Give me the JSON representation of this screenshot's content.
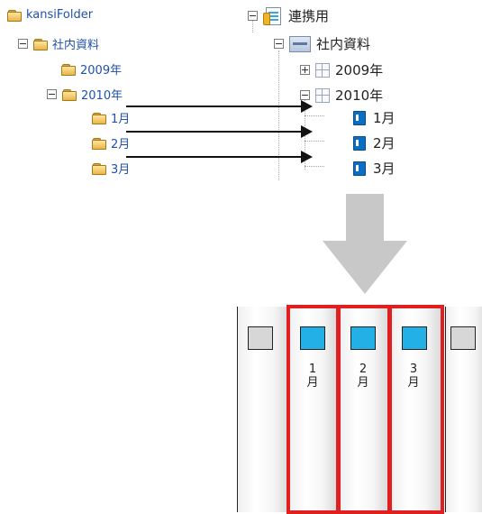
{
  "left_tree": {
    "root": "kansiFolder",
    "level1": "社内資料",
    "year_2009": "2009年",
    "year_2010": "2010年",
    "months": [
      "1月",
      "2月",
      "3月"
    ]
  },
  "right_tree": {
    "root": "連携用",
    "level1": "社内資料",
    "year_2009": "2009年",
    "year_2010": "2010年",
    "months": [
      "1月",
      "2月",
      "3月"
    ]
  },
  "binders": {
    "labels": [
      {
        "num": "1",
        "unit": "月"
      },
      {
        "num": "2",
        "unit": "月"
      },
      {
        "num": "3",
        "unit": "月"
      }
    ]
  },
  "colors": {
    "folder_label": "#2050a8",
    "binder_tab_selected": "#23b0e6",
    "binder_tab_other": "#d7d7d7",
    "selection_border": "#e02020",
    "big_arrow": "#c8c8c8"
  },
  "icons": {
    "folder": "folder-icon",
    "collapse": "minus-box-icon",
    "expand": "plus-box-icon",
    "cabinet": "cabinet-icon",
    "binder": "binder-icon",
    "root": "document-pin-icon"
  }
}
